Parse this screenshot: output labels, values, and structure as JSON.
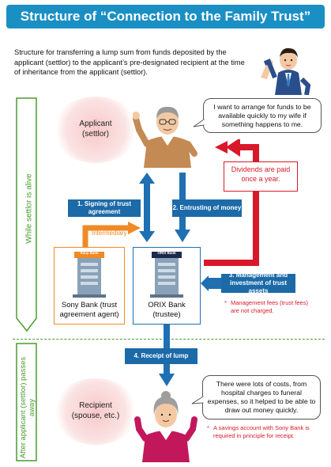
{
  "title": "Structure of “Connection to the Family Trust”",
  "intro": "Structure for transferring a lump sum from funds deposited by the applicant (settlor) to the applicant’s pre-designated recipient at the time of inheritance from the applicant (settlor).",
  "phases": {
    "alive": "While settlor is alive",
    "after": "After applicant (settlor) passes away"
  },
  "applicant": {
    "label": "Applicant (settlor)",
    "speech": "I want to arrange for funds to be available quickly to my wife if something happens to me."
  },
  "dividends": "Dividends are paid once a year.",
  "steps": {
    "step1": "1. Signing of trust agreement",
    "step2": "2. Entrusting of money",
    "step3": "3. Management and investment of trust assets",
    "step4": "4. Receipt of lump"
  },
  "intermediary": "Intermediary",
  "sony_bank": {
    "sign": "Sony Bank",
    "label": "Sony Bank (trust agreement agent)"
  },
  "orix_bank": {
    "sign": "ORIX Bank",
    "label": "ORIX Bank (trustee)"
  },
  "fees_note": "Management fees (trust fees) are not charged.",
  "recipient": {
    "label": "Recipient (spouse, etc.)",
    "speech": "There were lots of costs, from hospital charges to funeral expenses, so it helped to be able to draw out money quickly.",
    "note": "A savings account with Sony Bank is required in principle for receipt."
  },
  "colors": {
    "title_blue": "#1a8fc4",
    "label_blue": "#1c6aa8",
    "arrow_blue": "#1f6fb3",
    "red": "#d8192a",
    "orange": "#f08a24",
    "green": "#4a9b2e"
  }
}
